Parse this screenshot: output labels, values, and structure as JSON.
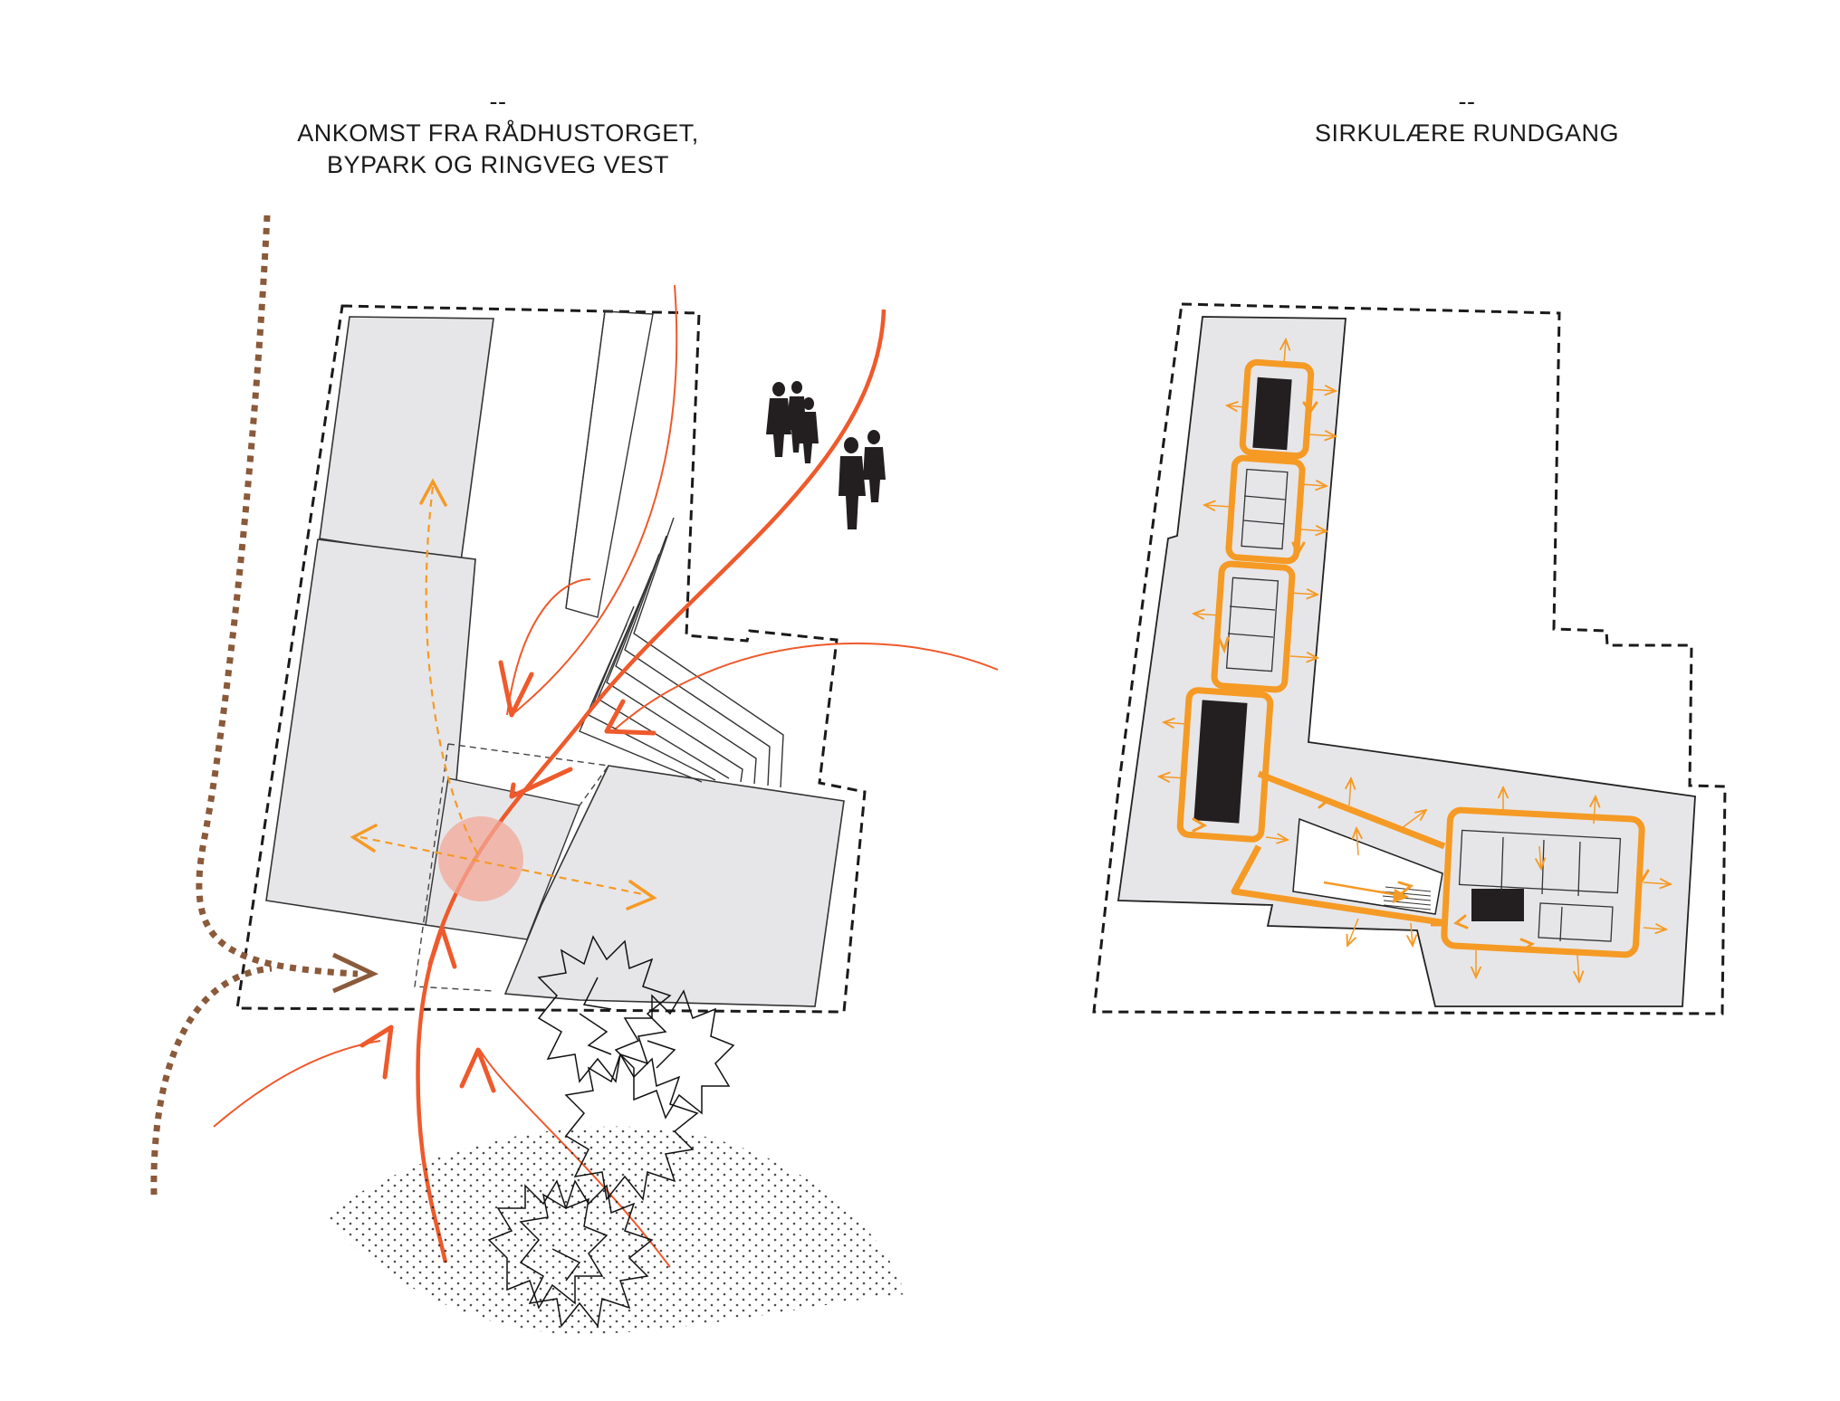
{
  "diagrams": [
    {
      "id": "left",
      "dash": "--",
      "title_lines": [
        "ANKOMST FRA RÅDHUSTORGET,",
        "BYPARK OG RINGVEG VEST"
      ]
    },
    {
      "id": "right",
      "dash": "--",
      "title_lines": [
        "SIRKULÆRE RUNDGANG"
      ]
    }
  ],
  "colors": {
    "building_fill": "#e6e6e8",
    "primary_path": "#ee5a2c",
    "secondary_path": "#f2944a",
    "circulation": "#f59a25",
    "ringroad": "#8a5a3a",
    "core": "#231f20",
    "highlight_circle": "#f3a898"
  },
  "icons": [
    "pedestrian-group-icon",
    "tree-icon",
    "arrow-icon"
  ]
}
